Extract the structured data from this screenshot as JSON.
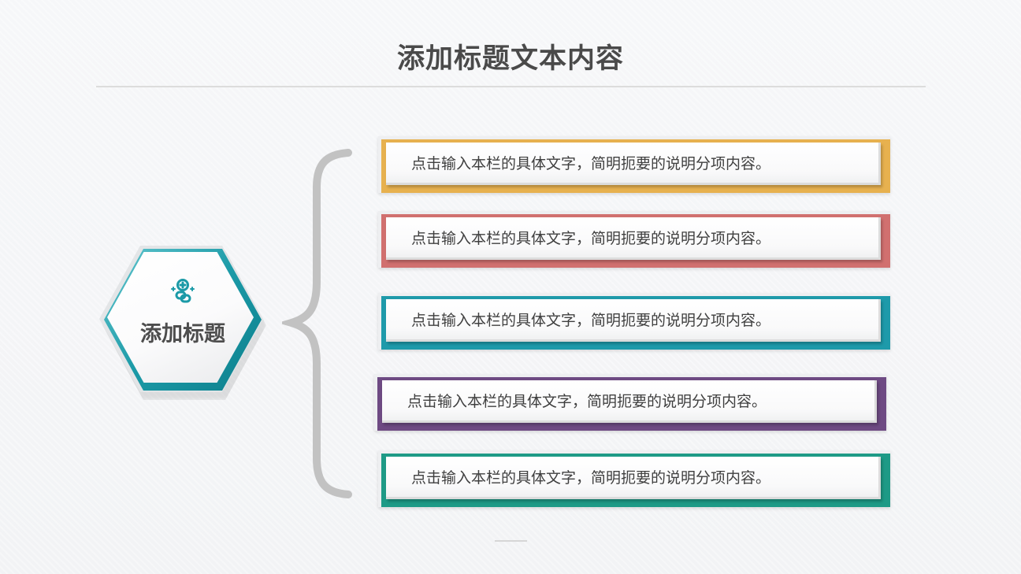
{
  "title": "添加标题文本内容",
  "center": {
    "label": "添加标题",
    "icon": "link-plus-icon",
    "accent": "#1b9aa7"
  },
  "items": [
    {
      "text": "点击输入本栏的具体文字，简明扼要的说明分项内容。",
      "color": "#e7b14f"
    },
    {
      "text": "点击输入本栏的具体文字，简明扼要的说明分项内容。",
      "color": "#d1706f"
    },
    {
      "text": "点击输入本栏的具体文字，简明扼要的说明分项内容。",
      "color": "#1e9aaa"
    },
    {
      "text": "点击输入本栏的具体文字，简明扼要的说明分项内容。",
      "color": "#6e4a83"
    },
    {
      "text": "点击输入本栏的具体文字，简明扼要的说明分项内容。",
      "color": "#1e9a86"
    }
  ]
}
